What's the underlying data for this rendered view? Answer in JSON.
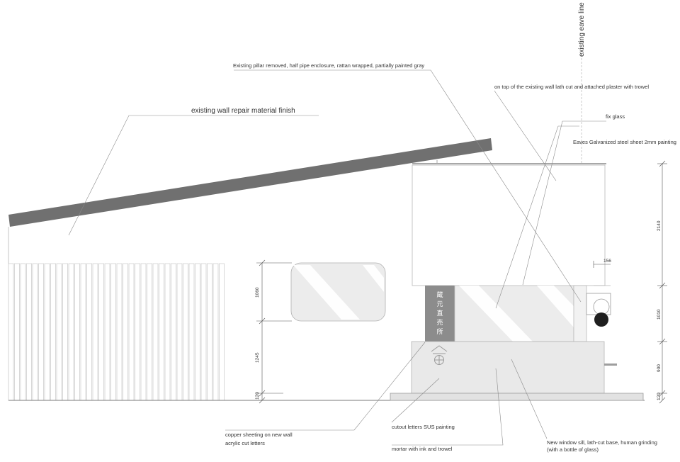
{
  "labels": {
    "eave_line": "existing eave line",
    "pillar": "Existing pillar removed, half pipe enclosure, rattan wrapped, partially painted gray",
    "plaster": "on top of the existing wall lath cut and attached plaster with  trowel",
    "fix_glass": "fix glass",
    "eaves_sheet": "Eaves Galvanized steel sheet 2mm painting",
    "wall_repair": "existing wall repair material finish",
    "copper_sheeting": "copper sheeting on new wall",
    "acrylic": "acrylic cut letters",
    "cutout": "cutout letters SUS painting",
    "mortar": "mortar with ink and  trowel",
    "window_sill_1": "New window sill, lath-cut base, human grinding",
    "window_sill_2": " (with a bottle of glass)"
  },
  "signage": {
    "chars": [
      "蔵",
      "元",
      "直",
      "売",
      "所"
    ]
  },
  "dimensions": {
    "left_1060": "1060",
    "left_1245": "1245",
    "left_120": "120",
    "right_2140": "2140",
    "right_1010": "1010",
    "right_900": "900",
    "right_120": "120",
    "eave_156": "156"
  },
  "colors": {
    "roof": "#707070",
    "sign_panel": "#8c8c8c",
    "lamp": "#1f1f1f",
    "window_fill": "#ececec",
    "base_fill": "#e9e9e9"
  }
}
